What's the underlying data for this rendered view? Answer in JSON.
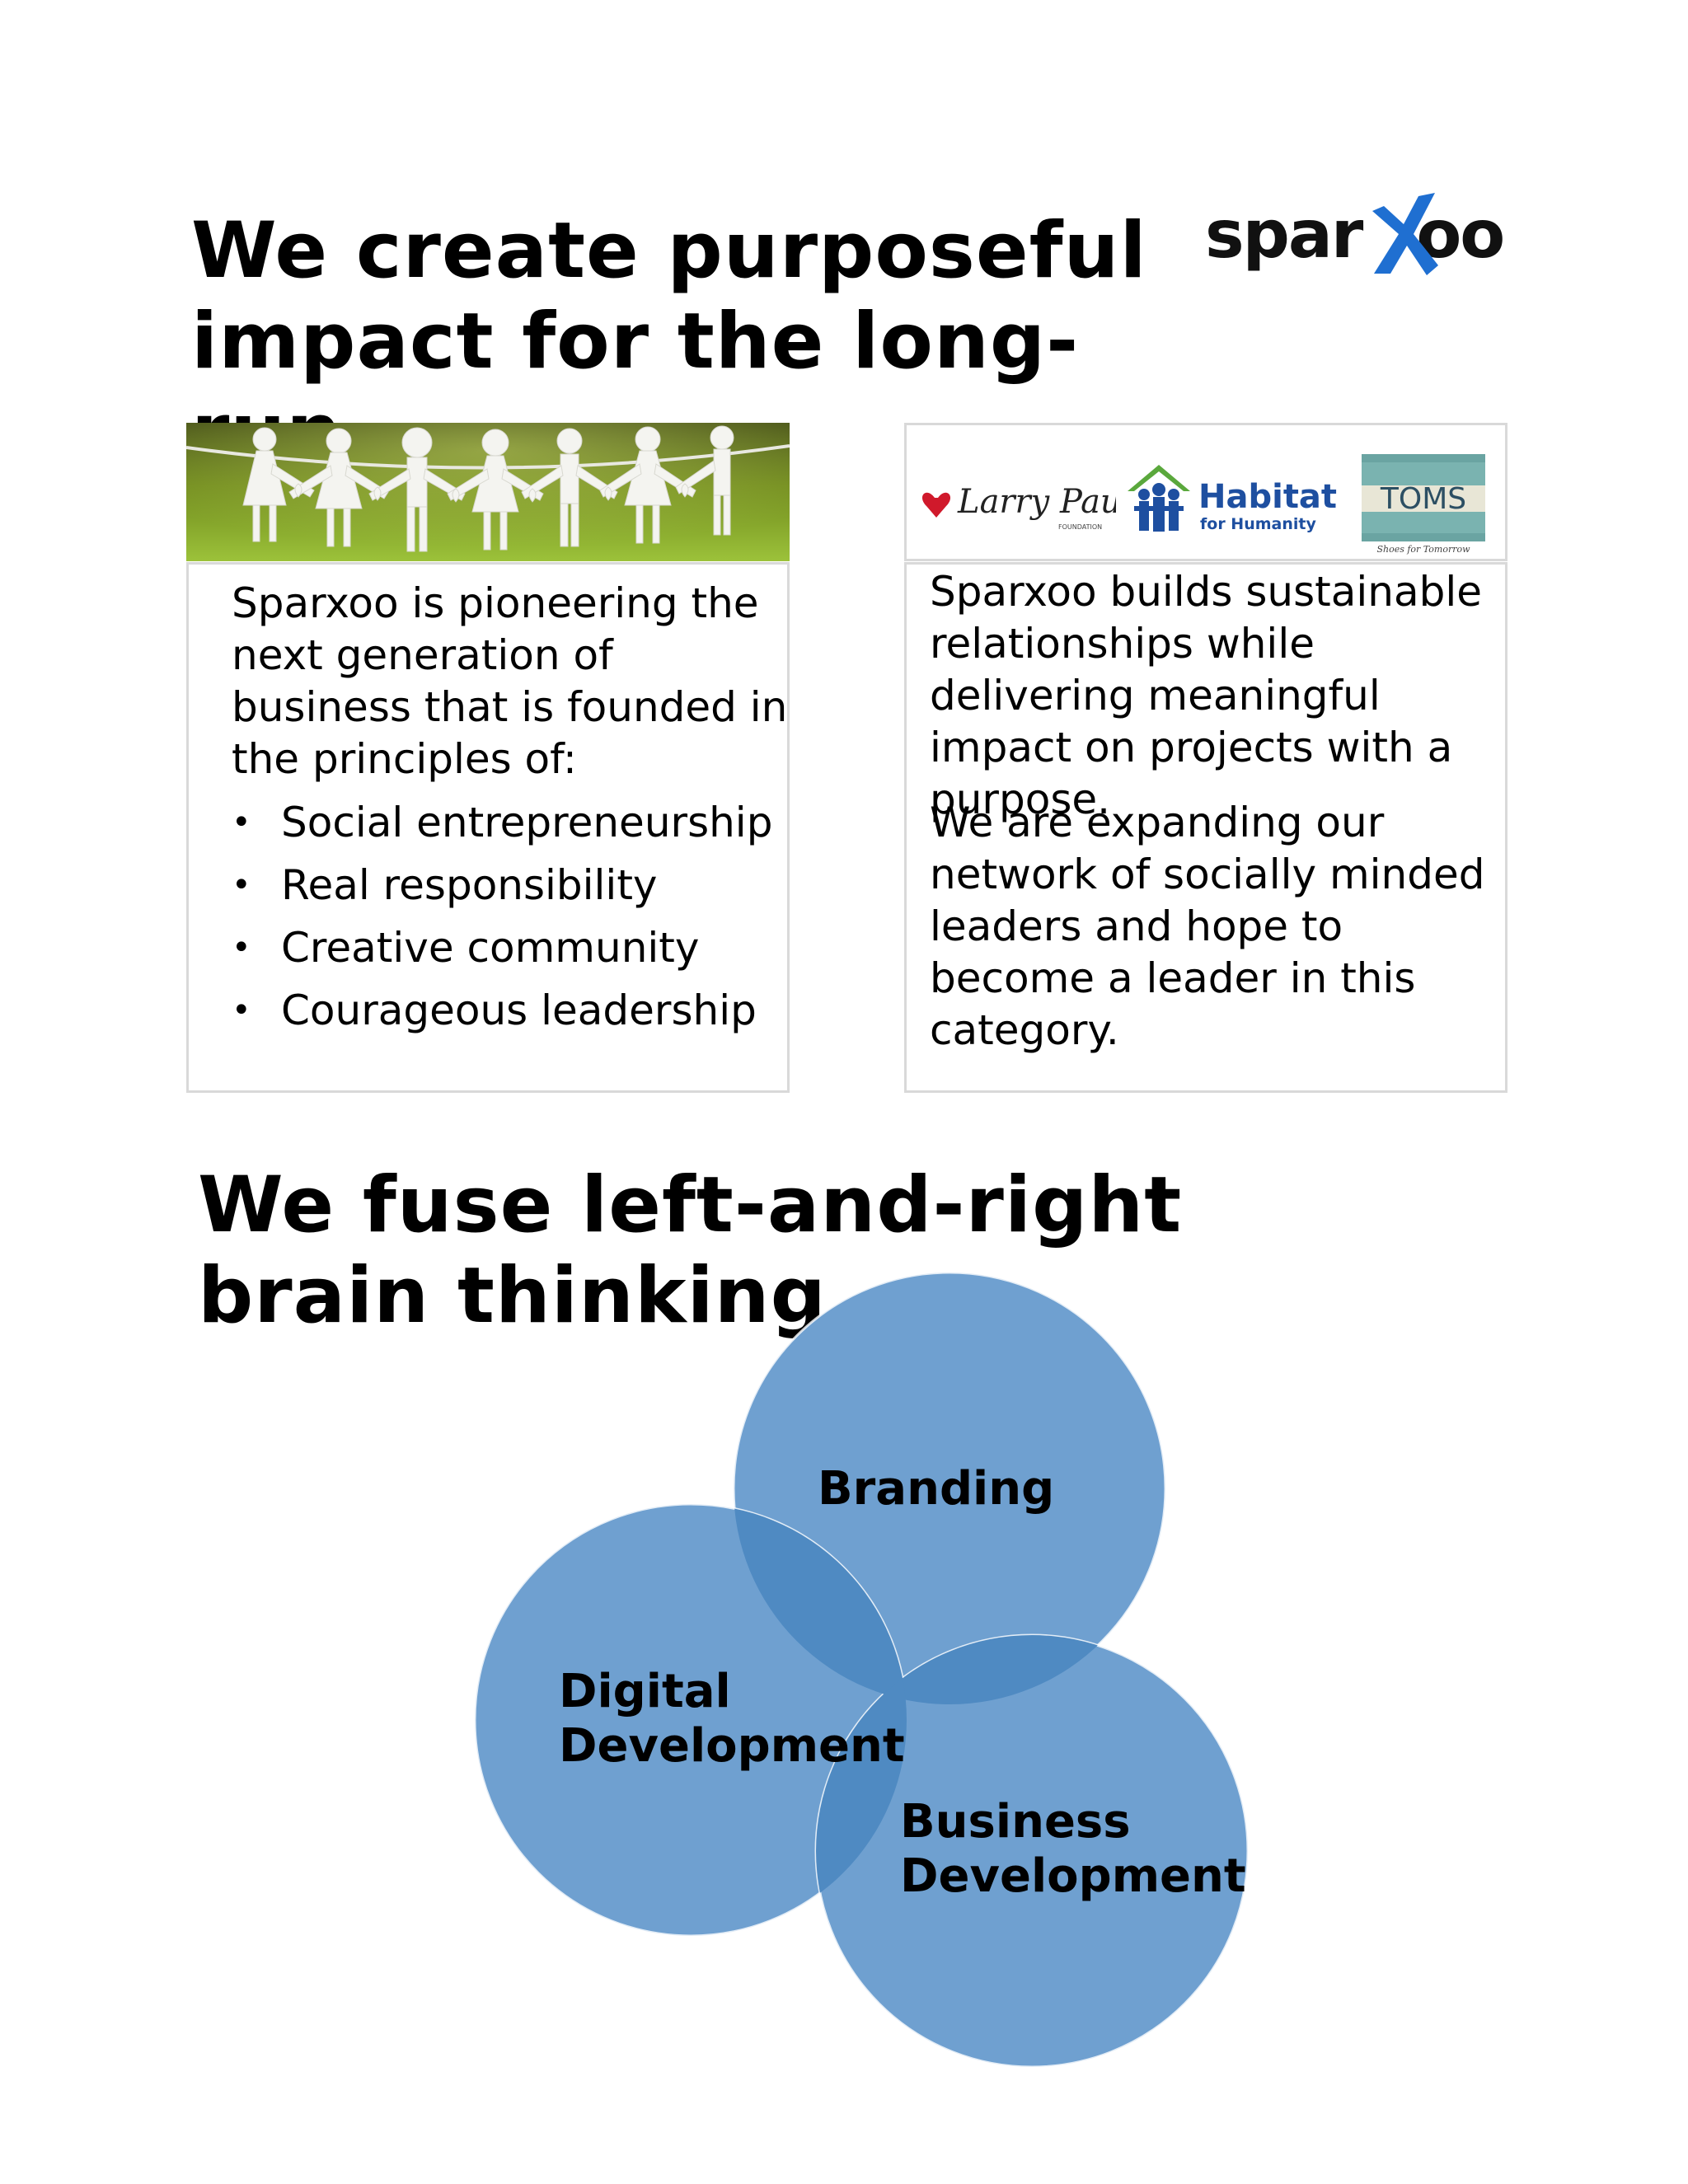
{
  "headings": {
    "impact": "We create purposeful impact for the long-run",
    "brain": "We fuse left-and-right brain thinking"
  },
  "logo": {
    "wordmark_left": "spar",
    "wordmark_right": "oo",
    "accent_color": "#1f6fd1"
  },
  "left_panel": {
    "intro": "Sparxoo is pioneering the next generation of business that is founded in the principles of:",
    "bullets": [
      "Social entrepreneurship",
      "Real responsibility",
      "Creative community",
      "Courageous leadership"
    ]
  },
  "right_panel": {
    "paragraph_1": "Sparxoo builds sustainable relationships while delivering meaningful impact on projects with a purpose.",
    "paragraph_2": "We are expanding our network of socially minded leaders and hope to become a leader in this category."
  },
  "partners": {
    "larry_paul": {
      "name": "Larry Paul",
      "sub": "FOUNDATION"
    },
    "habitat": {
      "name": "Habitat",
      "sub": "for Humanity"
    },
    "toms": {
      "name": "TOMS",
      "tagline": "Shoes for Tomorrow"
    }
  },
  "venn": {
    "branding": "Branding",
    "digital": "Digital Development",
    "business": "Business Development",
    "circle_color": "#6fa0d0",
    "overlap_color": "#4f8ac2"
  }
}
